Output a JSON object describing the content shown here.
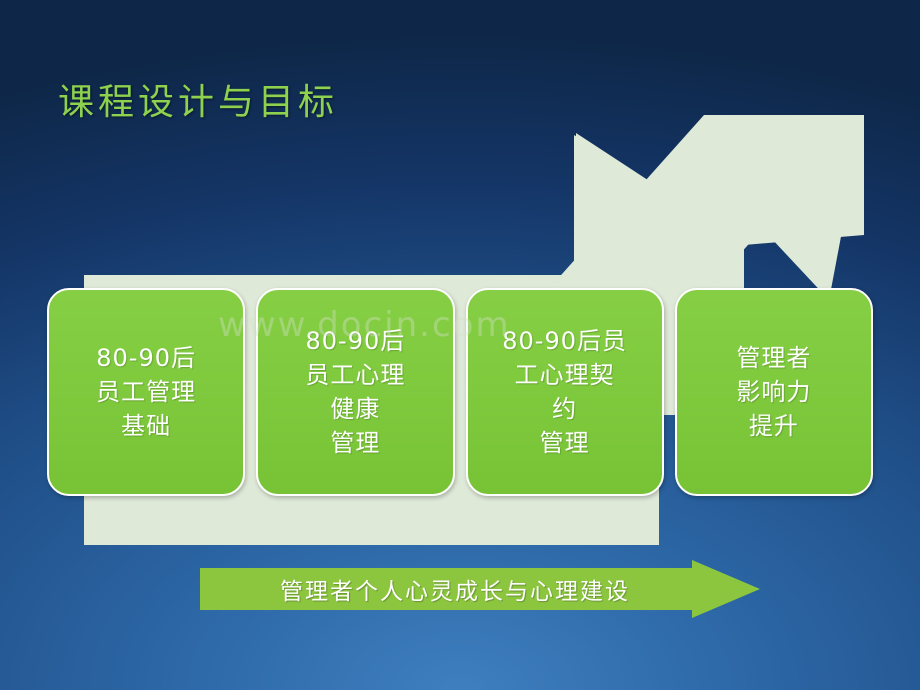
{
  "slide": {
    "title": "课程设计与目标",
    "watermark": "www.docin.com",
    "colors": {
      "title_green": "#8ed14f",
      "card_green": "#7cc83a",
      "arrow_pale": "#dfe9d8",
      "banner_green": "#8cc63f",
      "background_blue": "#1f4e87"
    },
    "cards": [
      {
        "lines": [
          "80-90后",
          "员工管理",
          "基础"
        ]
      },
      {
        "lines": [
          "80-90后",
          "员工心理",
          "健康",
          "管理"
        ]
      },
      {
        "lines": [
          "80-90后员",
          "工心理契",
          "约",
          "管理"
        ]
      },
      {
        "lines": [
          "管理者",
          "影响力",
          "提升"
        ]
      }
    ],
    "banner": {
      "label": "管理者个人心灵成长与心理建设"
    }
  }
}
